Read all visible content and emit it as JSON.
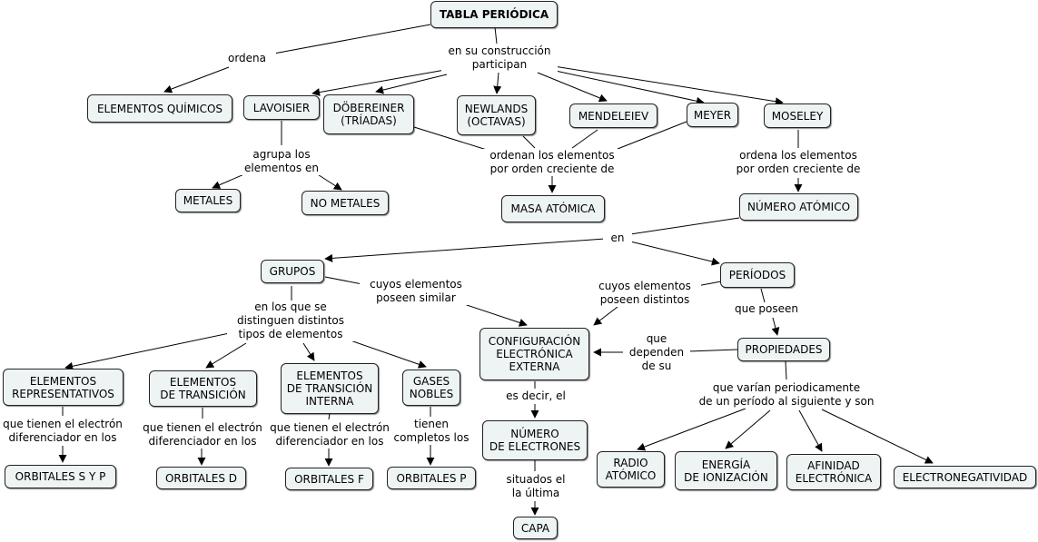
{
  "nodes": {
    "tabla": "TABLA PERIÓDICA",
    "elementos_quimicos": "ELEMENTOS QUÍMICOS",
    "lavoisier": "LAVOISIER",
    "dobereiner": "DÖBEREINER\n(TRÍADAS)",
    "newlands": "NEWLANDS\n(OCTAVAS)",
    "mendeleiev": "MENDELEIEV",
    "meyer": "MEYER",
    "moseley": "MOSELEY",
    "metales": "METALES",
    "no_metales": "NO METALES",
    "masa_atomica": "MASA ATÓMICA",
    "numero_atomico": "NÚMERO ATÓMICO",
    "grupos": "GRUPOS",
    "periodos": "PERÍODOS",
    "configuracion": "CONFIGURACIÓN\nELECTRÓNICA\nEXTERNA",
    "propiedades": "PROPIEDADES",
    "elem_representativos": "ELEMENTOS\nREPRESENTATIVOS",
    "elem_transicion": "ELEMENTOS\nDE TRANSICIÓN",
    "elem_transicion_interna": "ELEMENTOS\nDE TRANSICIÓN\nINTERNA",
    "gases_nobles": "GASES\nNOBLES",
    "numero_electrones": "NÚMERO\nDE ELECTRONES",
    "radio_atomico": "RADIO\nATÓMICO",
    "energia_ionizacion": "ENERGÍA\nDE IONIZACIÓN",
    "afinidad_electronica": "AFINIDAD\nELECTRÓNICA",
    "electronegatividad": "ELECTRONEGATIVIDAD",
    "orbitales_sp": "ORBITALES S Y P",
    "orbitales_d": "ORBITALES D",
    "orbitales_f": "ORBITALES F",
    "orbitales_p": "ORBITALES P",
    "capa": "CAPA"
  },
  "labels": {
    "ordena": "ordena",
    "construccion": "en su construcción\nparticipan",
    "agrupa": "agrupa los\nelementos en",
    "ordenan": "ordenan los elementos\npor orden creciente de",
    "ordena_moseley": "ordena los elementos\npor orden creciente de",
    "en": "en",
    "cuyos_similar": "cuyos elementos\nposeen similar",
    "cuyos_distintos": "cuyos elementos\nposeen distintos",
    "que_poseen": "que poseen",
    "distinguen": "en los que se\ndistinguen distintos\ntipos de elementos",
    "que_dependen": "que\ndependen\nde su",
    "varian": "que varían periodicamente\nde un período al siguiente y son",
    "es_decir": "es decir, el",
    "tienen_electron_1": "que tienen el electrón\ndiferenciador en los",
    "tienen_electron_2": "que tienen el electrón\ndiferenciador en los",
    "tienen_electron_3": "que tienen el electrón\ndiferenciador en los",
    "tienen_completos": "tienen\ncompletos los",
    "situados": "situados el\nla última"
  },
  "colors": {
    "node_fill": "#eef3f3",
    "node_border": "#222222",
    "line": "#000000"
  }
}
